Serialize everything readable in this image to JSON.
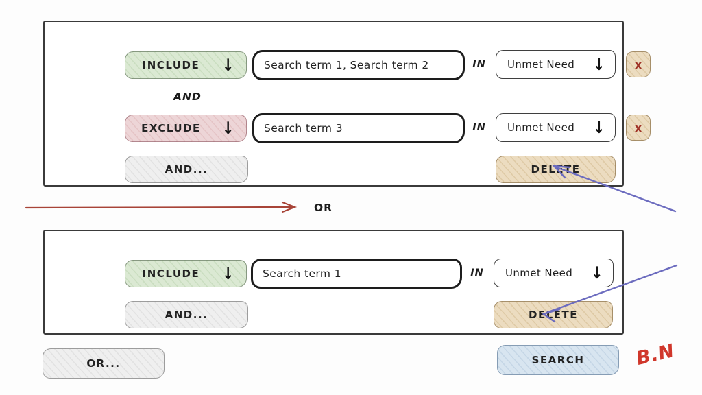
{
  "colors": {
    "include_green": "#dbe9d3",
    "exclude_pink": "#edd5d7",
    "neutral_gray": "#efefef",
    "delete_tan": "#ecdcc0",
    "search_blue": "#d8e5f0",
    "flow_arrow_red": "#a84438",
    "annotation_arrow_blue": "#6c6cbf",
    "signature_red": "#d0372b"
  },
  "icons": {
    "dropdown_arrow": "↓",
    "close": "x"
  },
  "group1": {
    "rows": [
      {
        "operator": "INCLUDE",
        "terms": "Search term 1, Search term 2",
        "in_label": "IN",
        "field": "Unmet Need"
      },
      {
        "operator": "EXCLUDE",
        "terms": "Search term 3",
        "in_label": "IN",
        "field": "Unmet Need"
      }
    ],
    "and_connector": "AND",
    "add_button": "AND...",
    "delete_button": "DELETE"
  },
  "or_connector": "OR",
  "group2": {
    "rows": [
      {
        "operator": "INCLUDE",
        "terms": "Search term 1",
        "in_label": "IN",
        "field": "Unmet Need"
      }
    ],
    "add_button": "AND...",
    "delete_button": "DELETE"
  },
  "or_add_button": "OR...",
  "search_button": "SEARCH",
  "signature": "B.N"
}
